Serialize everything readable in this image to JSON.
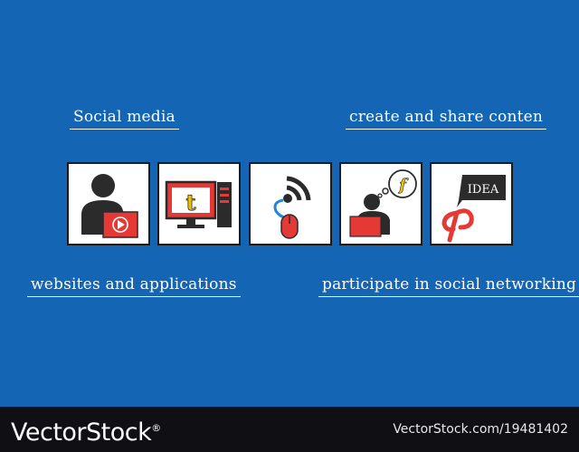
{
  "labels": {
    "social_media": "Social media",
    "create_share": "create and share conten",
    "websites_apps": "websites and applications",
    "participate": "participate in social networking"
  },
  "icons": [
    {
      "name": "video-user-icon"
    },
    {
      "name": "tumblr-monitor-icon",
      "glyph": "t"
    },
    {
      "name": "rss-mouse-icon"
    },
    {
      "name": "facebook-thought-user-icon",
      "glyph": "f"
    },
    {
      "name": "pinterest-idea-icon",
      "glyph": "IDEA"
    }
  ],
  "footer": {
    "brand": "VectorStock",
    "trademark": "®",
    "credit": "VectorStock.com/19481402"
  },
  "colors": {
    "background": "#1565b5",
    "accent_red": "#e53935",
    "accent_yellow": "#f2c200",
    "dark": "#2b2b2b",
    "footer_bg": "#0f0f14"
  }
}
